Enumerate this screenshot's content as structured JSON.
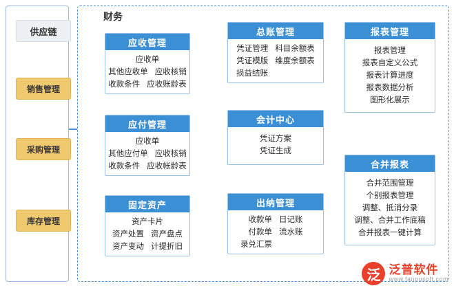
{
  "left_column": {
    "title": "供应链",
    "items": [
      {
        "label": "销售管理"
      },
      {
        "label": "采购管理"
      },
      {
        "label": "库存管理"
      }
    ]
  },
  "finance": {
    "title": "财务"
  },
  "modules": {
    "ar": {
      "title": "应收管理",
      "rows": [
        [
          "应收单"
        ],
        [
          "其他应收单",
          "应收核销"
        ],
        [
          "收款条件",
          "应收账龄表"
        ]
      ]
    },
    "ap": {
      "title": "应付管理",
      "rows": [
        [
          "应收单"
        ],
        [
          "其他应付单",
          "应收核销"
        ],
        [
          "收款条件",
          "应收帐龄表"
        ]
      ]
    },
    "fa": {
      "title": "固定资产",
      "rows": [
        [
          "资产卡片"
        ],
        [
          "资产处置",
          "资产盘点"
        ],
        [
          "资产变动",
          "计提折旧"
        ]
      ]
    },
    "gl": {
      "title": "总账管理",
      "rows": [
        [
          "凭证管理",
          "科目余额表"
        ],
        [
          "凭证模版",
          "维度余额表"
        ],
        [
          "损益结账"
        ]
      ]
    },
    "acct": {
      "title": "会计中心",
      "rows": [
        [
          "凭证方案"
        ],
        [
          "凭证生成"
        ]
      ]
    },
    "cash": {
      "title": "出纳管理",
      "rows": [
        [
          "收款单",
          "日记账"
        ],
        [
          "付款单",
          "流水账"
        ],
        [
          "录兑汇票"
        ]
      ]
    },
    "report": {
      "title": "报表管理",
      "rows": [
        [
          "报表管理"
        ],
        [
          "报表自定义公式"
        ],
        [
          "报表计算进度"
        ],
        [
          "报表数据分析"
        ],
        [
          "图形化展示"
        ]
      ]
    },
    "consol": {
      "title": "合并报表",
      "rows": [
        [
          "合并范围管理"
        ],
        [
          "个别报表管理"
        ],
        [
          "调整、抵消分录"
        ],
        [
          "调整、合并工作底稿"
        ],
        [
          "合并报表一键计算"
        ]
      ]
    }
  },
  "logo": {
    "mark": "泛",
    "name": "泛普软件",
    "domain": "www.fanpusoft.com"
  },
  "colors": {
    "header_blue": "#3b8fd4",
    "card_border": "#9bc2e6",
    "left_item": "#f0c86e",
    "dashed_border": "#4a90d9",
    "logo_red": "#e8402a"
  }
}
